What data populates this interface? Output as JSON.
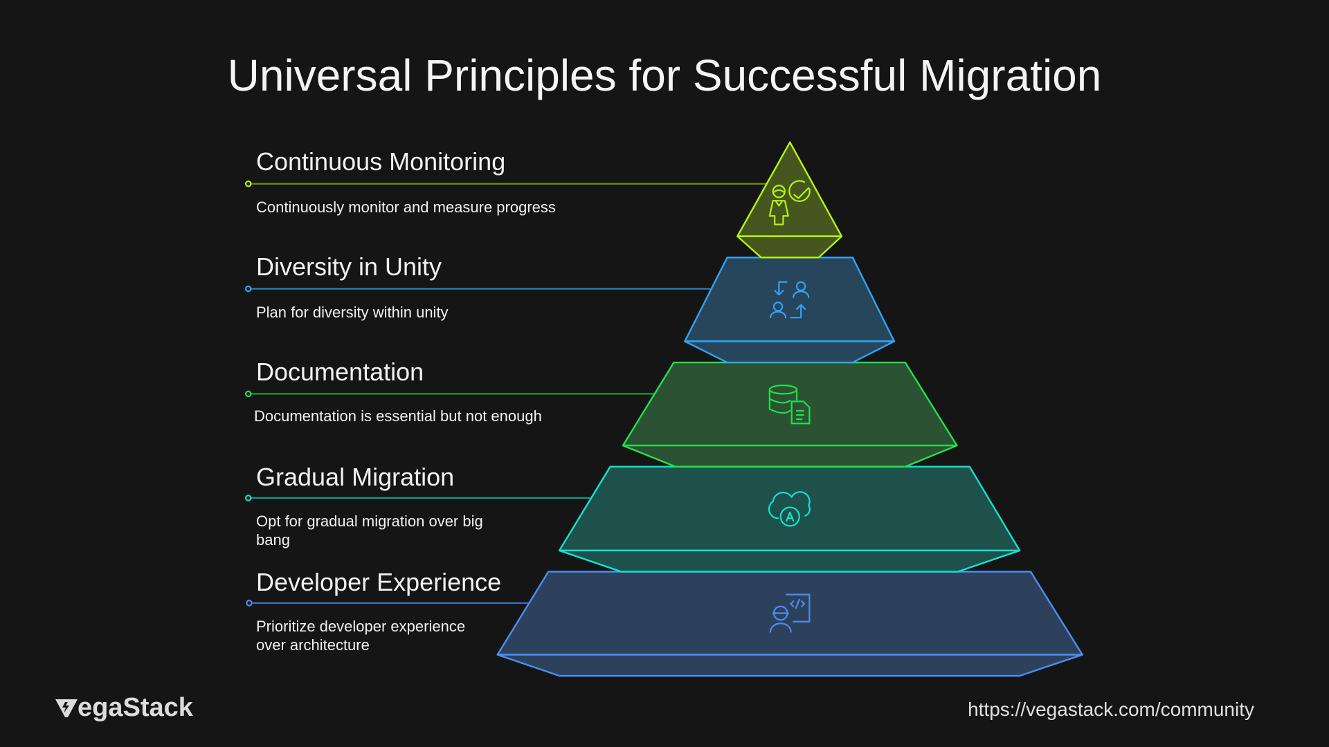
{
  "title": "Universal Principles for Successful Migration",
  "tiers": [
    {
      "heading": "Continuous Monitoring",
      "description": "Continuously monitor and measure progress",
      "icon": "person-check-icon",
      "stroke": "#b5f312",
      "fill": "#46561f"
    },
    {
      "heading": "Diversity in Unity",
      "description": "Plan for diversity within unity",
      "icon": "users-exchange-icon",
      "stroke": "#2ea3f2",
      "fill": "#27465c"
    },
    {
      "heading": "Documentation",
      "description": "Documentation is essential but not enough",
      "icon": "database-document-icon",
      "stroke": "#22e04a",
      "fill": "#2b5232"
    },
    {
      "heading": "Gradual Migration",
      "description": "Opt for gradual migration over big bang",
      "icon": "cloud-sync-icon",
      "stroke": "#17e0cf",
      "fill": "#1e514b"
    },
    {
      "heading": "Developer Experience",
      "description": "Prioritize developer experience over architecture",
      "icon": "developer-code-icon",
      "stroke": "#4a8ff0",
      "fill": "#2d405c"
    }
  ],
  "footer": {
    "logo": "VegaStack",
    "logo_text": "egaStack",
    "url": "https://vegastack.com/community"
  }
}
